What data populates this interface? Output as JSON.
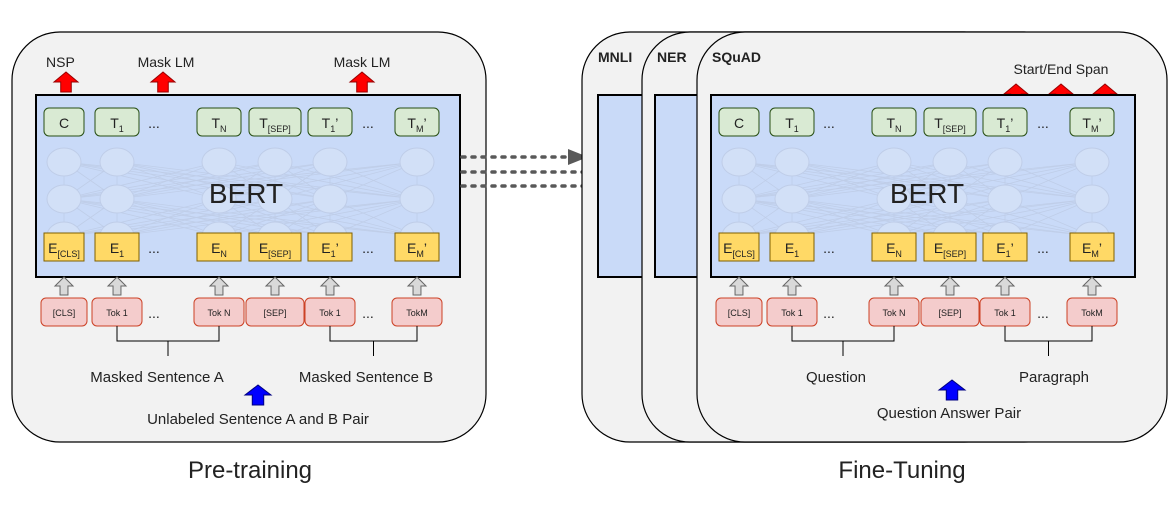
{
  "pretraining": {
    "caption": "Pre-training",
    "heads": {
      "nsp": "NSP",
      "mask_lm_1": "Mask LM",
      "mask_lm_2": "Mask LM"
    },
    "model": "BERT",
    "outputs": [
      {
        "main": "C",
        "sub": "",
        "prime": ""
      },
      {
        "main": "T",
        "sub": "1",
        "prime": ""
      },
      {
        "main": "T",
        "sub": "N",
        "prime": ""
      },
      {
        "main": "T",
        "sub": "[SEP]",
        "prime": ""
      },
      {
        "main": "T",
        "sub": "1",
        "prime": "’"
      },
      {
        "main": "T",
        "sub": "M",
        "prime": "’"
      }
    ],
    "embeddings": [
      {
        "main": "E",
        "sub": "[CLS]",
        "prime": ""
      },
      {
        "main": "E",
        "sub": "1",
        "prime": ""
      },
      {
        "main": "E",
        "sub": "N",
        "prime": ""
      },
      {
        "main": "E",
        "sub": "[SEP]",
        "prime": ""
      },
      {
        "main": "E",
        "sub": "1",
        "prime": "’"
      },
      {
        "main": "E",
        "sub": "M",
        "prime": "’"
      }
    ],
    "tokens": [
      "[CLS]",
      "Tok 1",
      "Tok N",
      "[SEP]",
      "Tok 1",
      "TokM"
    ],
    "ellipsis": "...",
    "sentence_a": "Masked Sentence A",
    "sentence_b": "Masked Sentence B",
    "pair_label": "Unlabeled Sentence A and B Pair"
  },
  "finetuning": {
    "caption": "Fine-Tuning",
    "tasks": [
      "MNLI",
      "NER",
      "SQuAD"
    ],
    "head": "Start/End Span",
    "model": "BERT",
    "outputs": [
      {
        "main": "C",
        "sub": "",
        "prime": ""
      },
      {
        "main": "T",
        "sub": "1",
        "prime": ""
      },
      {
        "main": "T",
        "sub": "N",
        "prime": ""
      },
      {
        "main": "T",
        "sub": "[SEP]",
        "prime": ""
      },
      {
        "main": "T",
        "sub": "1",
        "prime": "’"
      },
      {
        "main": "T",
        "sub": "M",
        "prime": "’"
      }
    ],
    "embeddings": [
      {
        "main": "E",
        "sub": "[CLS]",
        "prime": ""
      },
      {
        "main": "E",
        "sub": "1",
        "prime": ""
      },
      {
        "main": "E",
        "sub": "N",
        "prime": ""
      },
      {
        "main": "E",
        "sub": "[SEP]",
        "prime": ""
      },
      {
        "main": "E",
        "sub": "1",
        "prime": "’"
      },
      {
        "main": "E",
        "sub": "M",
        "prime": "’"
      }
    ],
    "tokens": [
      "[CLS]",
      "Tok 1",
      "Tok N",
      "[SEP]",
      "Tok 1",
      "TokM"
    ],
    "ellipsis": "...",
    "segment_a": "Question",
    "segment_b": "Paragraph",
    "pair_label": "Question Answer Pair"
  },
  "colors": {
    "panel_fill": "#f2f2f2",
    "bert_fill": "#c9daf8",
    "output_fill": "#d9ead3",
    "embed_fill": "#ffd966",
    "token_fill": "#f4cccc",
    "token_stroke": "#cc4125",
    "head_arrow": "#ff0000",
    "pair_arrow": "#0000ff",
    "input_arrow": "#d9d9d9"
  }
}
